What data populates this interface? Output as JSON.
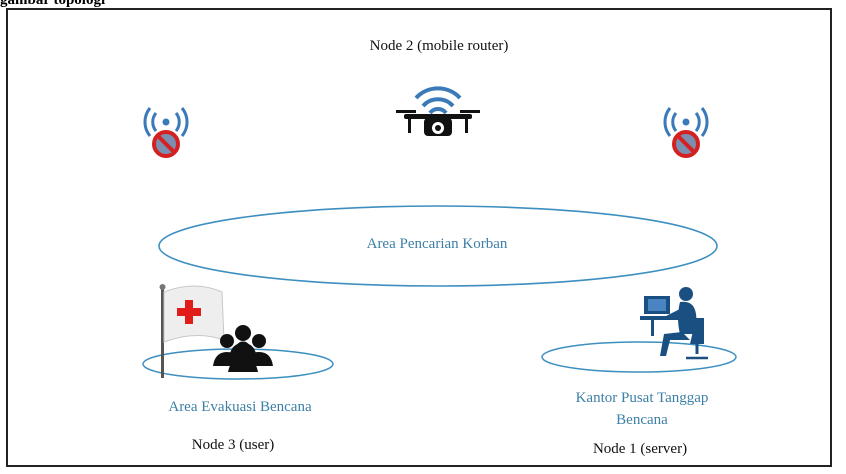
{
  "heading": "gambar topologi",
  "nodes": {
    "mobile_router": "Node 2 (mobile router)",
    "user": "Node 3 (user)",
    "server": "Node 1 (server)"
  },
  "areas": {
    "search": "Area Pencarian Korban",
    "evacuation": "Area Evakuasi Bencana",
    "hq_line1": "Kantor Pusat Tanggap",
    "hq_line2": "Bencana"
  },
  "colors": {
    "ellipse_stroke": "#3d8fc0",
    "area_text": "#3d7fa6",
    "wifi_blue": "#3a7ab8",
    "no_signal_red": "#d42020",
    "drone": "#111111"
  },
  "icons": [
    "no-signal-icon",
    "drone-icon",
    "flag-icon",
    "people-icon",
    "operator-computer-icon"
  ]
}
